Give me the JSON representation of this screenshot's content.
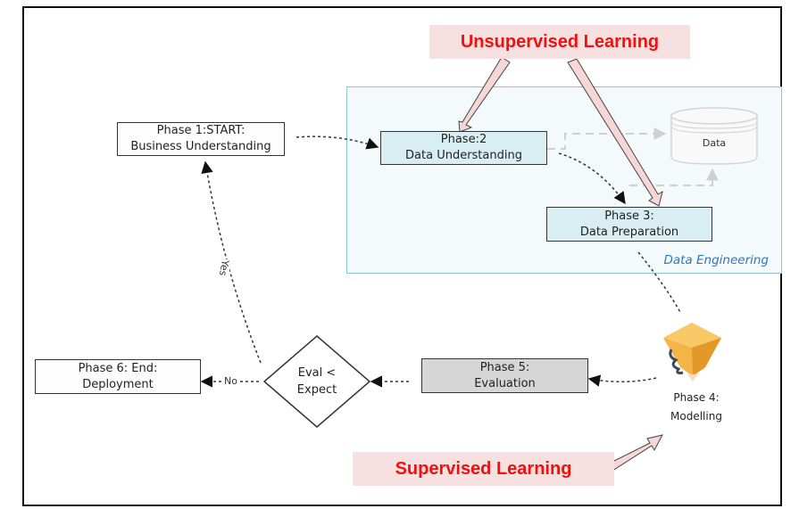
{
  "diagram": {
    "banners": {
      "unsupervised": "Unsupervised Learning",
      "supervised": "Supervised Learning"
    },
    "region": {
      "label": "Data Engineering"
    },
    "nodes": {
      "phase1": {
        "line1": "Phase 1:START:",
        "line2": "Business Understanding"
      },
      "phase2": {
        "line1": "Phase:2",
        "line2": "Data Understanding"
      },
      "phase3": {
        "line1": "Phase 3:",
        "line2": "Data Preparation"
      },
      "phase4": {
        "line1": "Phase 4:",
        "line2": "Modelling",
        "icon": "diamond-model-icon"
      },
      "phase5": {
        "line1": "Phase 5:",
        "line2": "Evaluation"
      },
      "phase6": {
        "line1": "Phase 6: End:",
        "line2": "Deployment"
      },
      "decision": {
        "line1": "Eval <",
        "line2": "Expect"
      },
      "data_store": {
        "label": "Data",
        "icon": "database-cylinder-icon"
      }
    },
    "edges": {
      "yes_label": "Yes",
      "no_label": "No"
    },
    "colors": {
      "banner_text": "#ee1111",
      "banner_bg": "#f7e0e0",
      "region_border": "#8fc3dc",
      "region_label": "#2e78b8",
      "box_blue": "#d9eef3",
      "box_gray": "#d6d6d6",
      "model_icon": "#f0a830"
    }
  }
}
